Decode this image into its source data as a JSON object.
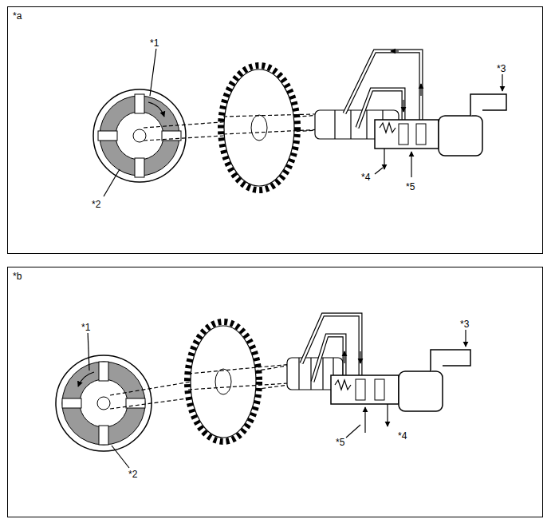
{
  "diagram": {
    "nodes": [
      {
        "text": [
          "*a"
        ]
      },
      {
        "text": [
          "*b"
        ]
      }
    ],
    "labels": [
      "*1",
      "*2",
      "*3",
      "*4",
      "*5",
      "*1",
      "*2",
      "*3",
      "*4",
      "*5"
    ]
  }
}
